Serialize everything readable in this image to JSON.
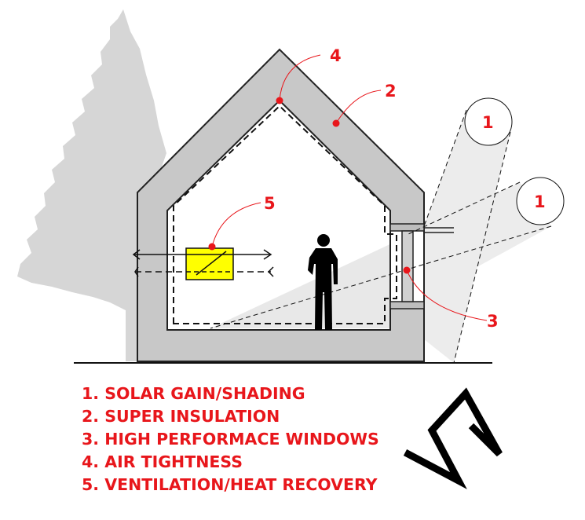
{
  "callouts": {
    "solar_top": "1",
    "solar_right": "1",
    "insulation": "2",
    "windows": "3",
    "air_tightness": "4",
    "ventilation": "5"
  },
  "legend": [
    {
      "num": "1.",
      "text": "SOLAR GAIN/SHADING"
    },
    {
      "num": "2.",
      "text": "SUPER INSULATION"
    },
    {
      "num": "3.",
      "text": "HIGH PERFORMACE WINDOWS"
    },
    {
      "num": "4.",
      "text": "AIR TIGHTNESS"
    },
    {
      "num": "5.",
      "text": "VENTILATION/HEAT RECOVERY"
    }
  ],
  "colors": {
    "accent_red": "#e8161b",
    "wall_gray": "#c8c8c8",
    "tree_gray": "#d3d3d3",
    "hrv_yellow": "#ffff00",
    "sun_beam": "#ececec"
  },
  "icons": [
    "tree-icon",
    "person-icon",
    "logo-mark"
  ]
}
